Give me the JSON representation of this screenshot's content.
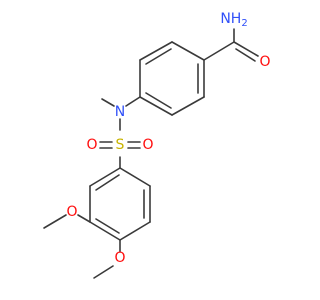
{
  "colors": {
    "bond": "#3a3a3a",
    "nitrogen": "#3050f8",
    "oxygen": "#ff0d0d",
    "sulfur": "#c8b400",
    "background": "#ffffff"
  },
  "atoms": [
    {
      "id": "nh2",
      "label": "NH",
      "sub": "2",
      "element": "nitrogen"
    },
    {
      "id": "o_carbonyl",
      "label": "O",
      "element": "oxygen"
    },
    {
      "id": "n_sulfonamide",
      "label": "N",
      "element": "nitrogen"
    },
    {
      "id": "s",
      "label": "S",
      "element": "sulfur"
    },
    {
      "id": "o_s_left",
      "label": "O",
      "element": "oxygen"
    },
    {
      "id": "o_s_right",
      "label": "O",
      "element": "oxygen"
    },
    {
      "id": "o_methoxy3",
      "label": "O",
      "element": "oxygen"
    },
    {
      "id": "o_methoxy4",
      "label": "O",
      "element": "oxygen"
    }
  ]
}
